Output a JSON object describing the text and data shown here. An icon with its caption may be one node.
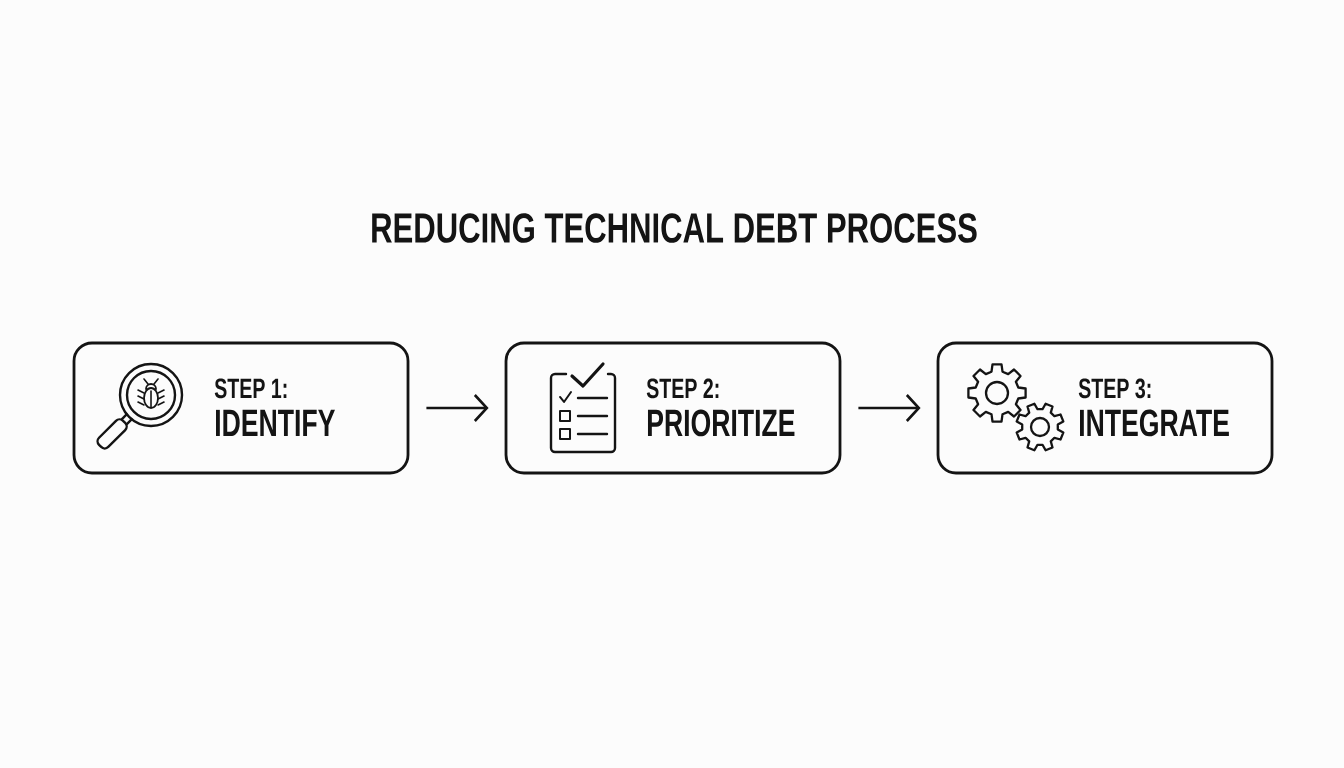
{
  "diagram": {
    "title": "REDUCING TECHNICAL DEBT PROCESS",
    "nodes": [
      {
        "text": [
          "STEP 1:",
          "IDENTIFY"
        ]
      },
      {
        "text": [
          "STEP 2:",
          "PRIORITIZE"
        ]
      },
      {
        "text": [
          "STEP 3:",
          "INTEGRATE"
        ]
      }
    ],
    "edges": [
      {
        "from": 0,
        "to": 1,
        "arrow": "to"
      },
      {
        "from": 1,
        "to": 2,
        "arrow": "to"
      }
    ]
  }
}
